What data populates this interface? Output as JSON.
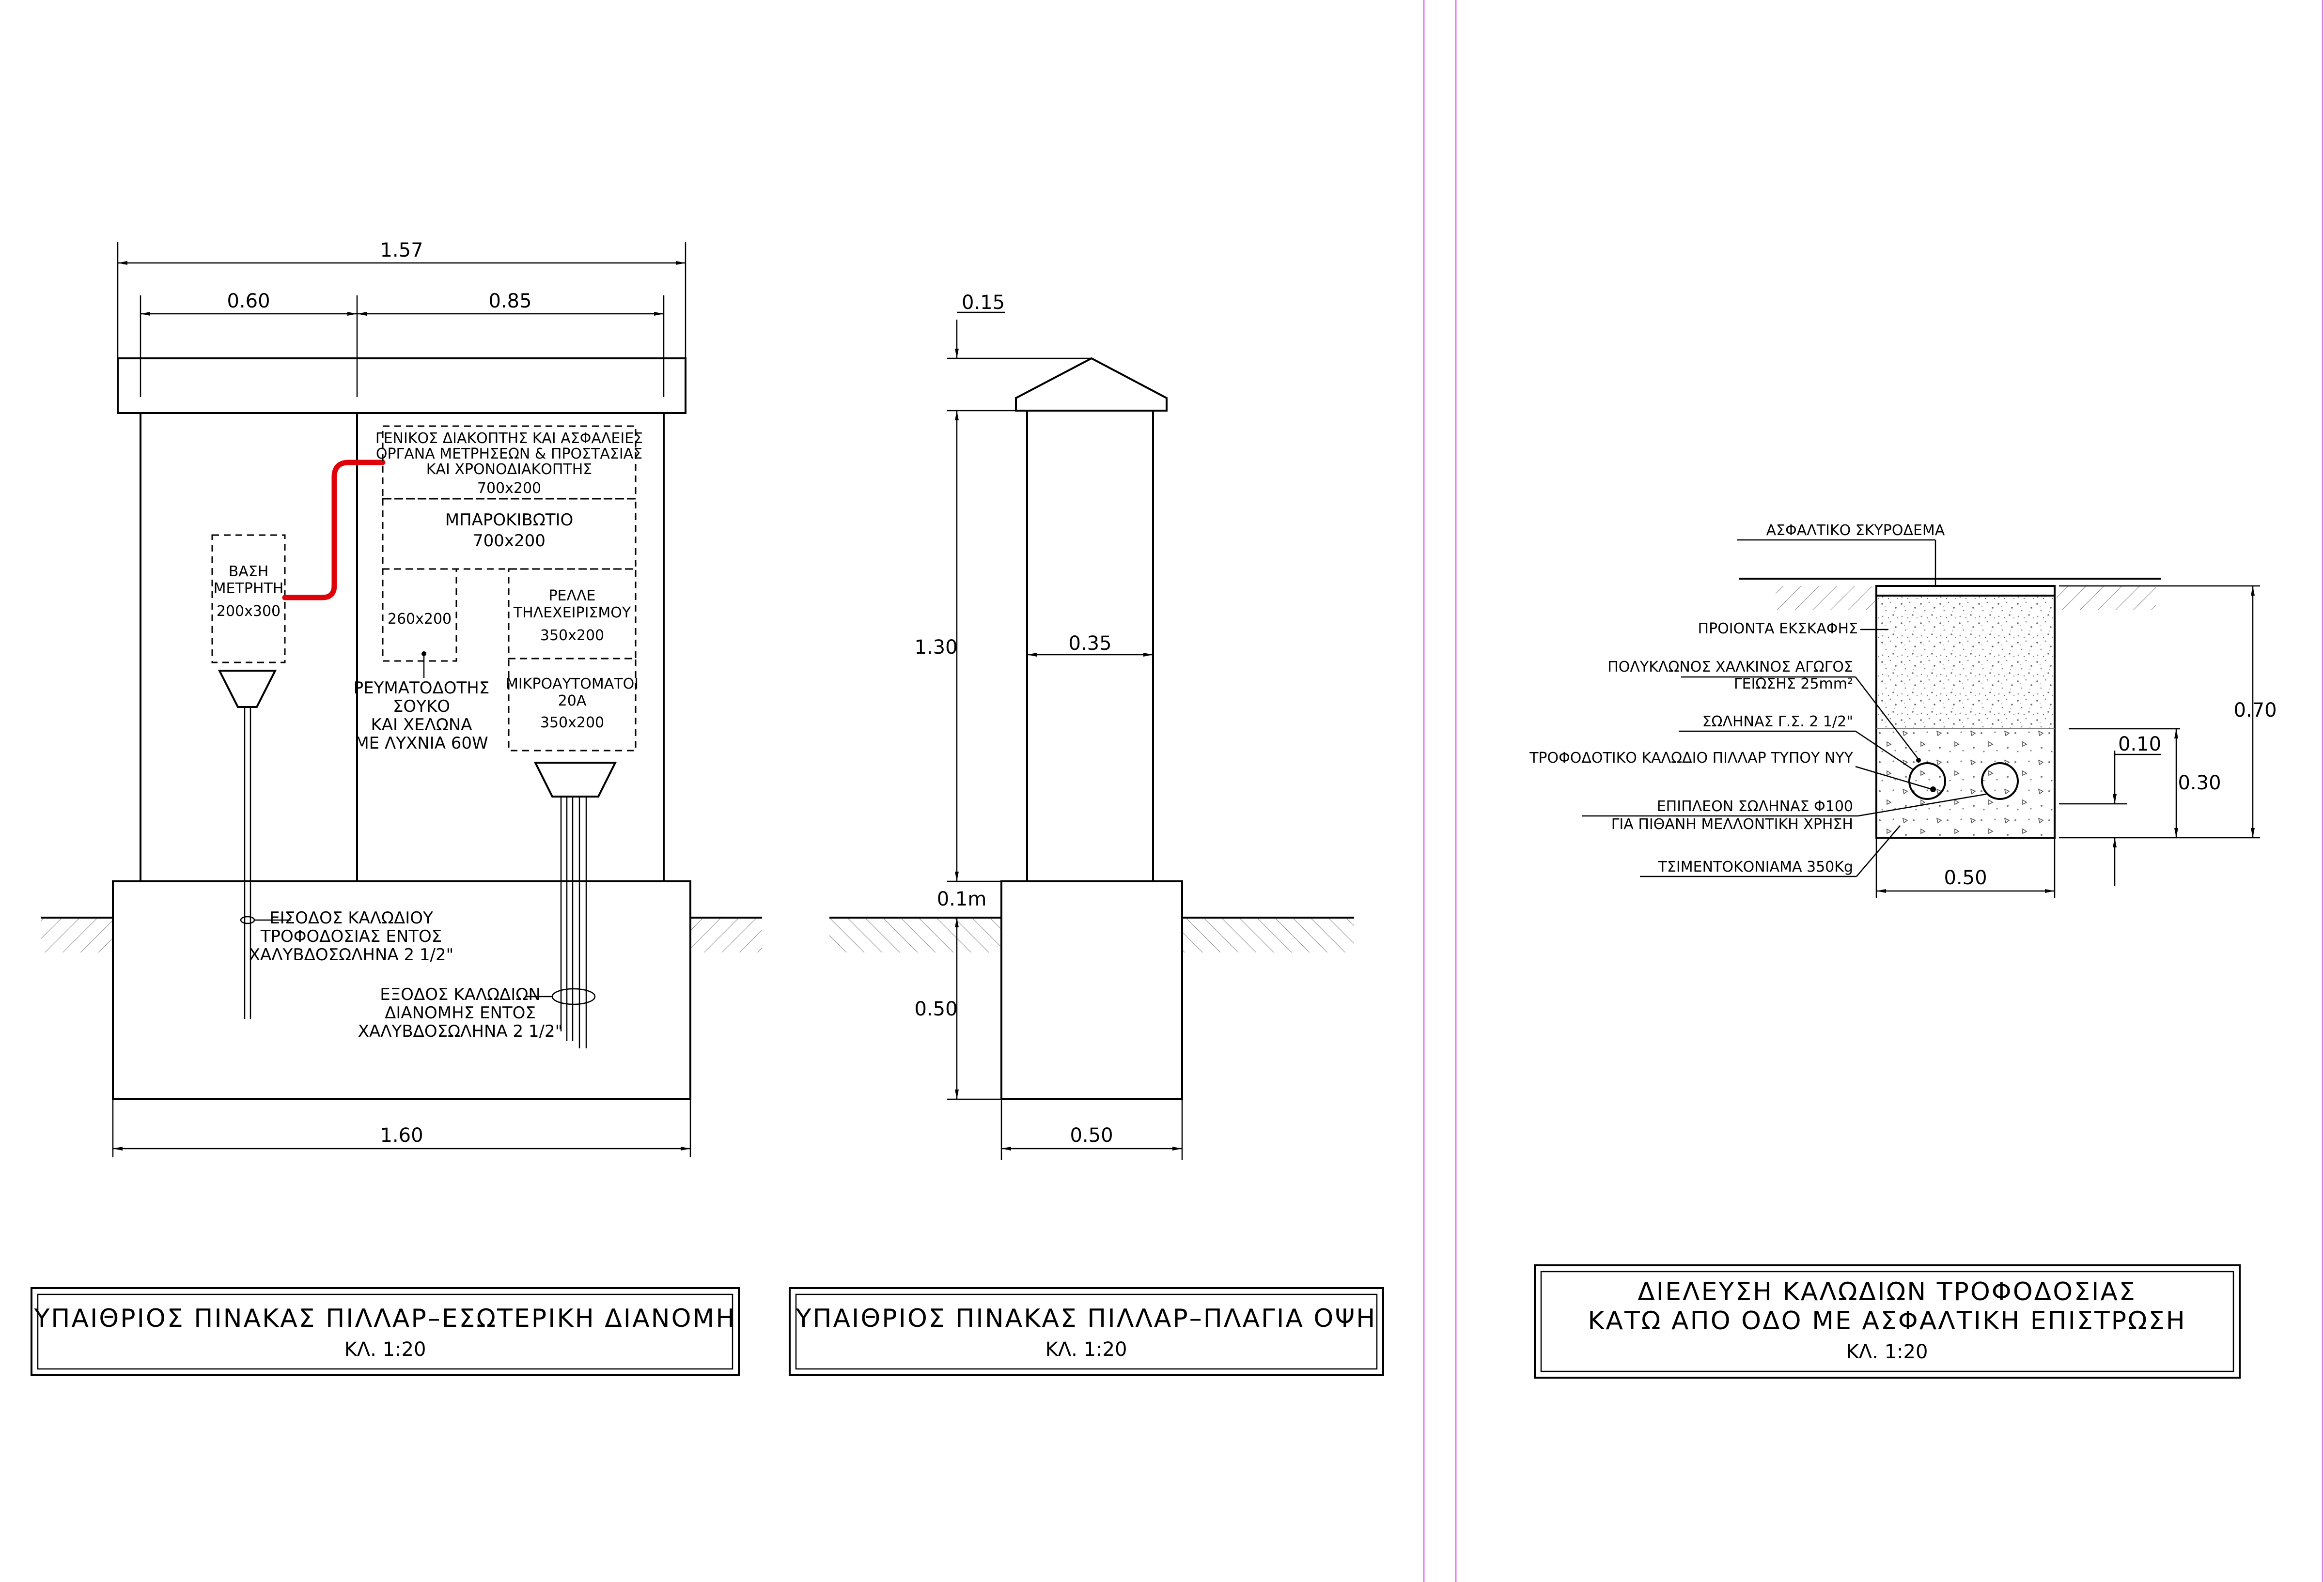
{
  "front_view": {
    "dims": {
      "overall_top": "1.57",
      "left_bay": "0.60",
      "right_bay": "0.85",
      "base_width": "1.60"
    },
    "meter_base": {
      "line1": "ΒΑΣΗ",
      "line2": "ΜΕΤΡΗΤΗ",
      "line3": "200x300"
    },
    "main_switch": {
      "line1": "ΓΕΝΙΚΟΣ ΔΙΑΚΟΠΤΗΣ ΚΑΙ ΑΣΦΑΛΕΙΕΣ",
      "line2": "ΟΡΓΑΝΑ ΜΕΤΡΗΣΕΩΝ & ΠΡΟΣΤΑΣΙΑΣ",
      "line3": "ΚΑΙ ΧΡΟΝΟΔΙΑΚΟΠΤΗΣ",
      "line4": "700x200"
    },
    "busbar_box": {
      "line1": "ΜΠΑΡΟΚΙΒΩΤΙΟ",
      "line2": "700x200"
    },
    "socket_box": {
      "size": "260x200",
      "line1": "ΡΕΥΜΑΤΟΔΟΤΗΣ",
      "line2": "ΣΟΥΚΟ",
      "line3": "ΚΑΙ ΧΕΛΩΝΑ",
      "line4": "ΜΕ ΛΥΧΝΙΑ 60W"
    },
    "relay_box": {
      "line1": "ΡΕΛΛΕ",
      "line2": "ΤΗΛΕΧΕΙΡΙΣΜΟΥ",
      "line3": "350x200"
    },
    "mcb_box": {
      "line1": "ΜΙΚΡΟΑΥΤΟΜΑΤΟΙ",
      "line2": "20A",
      "line3": "350x200"
    },
    "cable_entry": {
      "line1": "ΕΙΣΟΔΟΣ ΚΑΛΩΔΙΟΥ",
      "line2": "ΤΡΟΦΟΔΟΣΙΑΣ ΕΝΤΟΣ",
      "line3": "ΧΑΛΥΒΔΟΣΩΛΗΝΑ 2 1/2\""
    },
    "cable_exit": {
      "line1": "ΕΞΟΔΟΣ ΚΑΛΩΔΙΩΝ",
      "line2": "ΔΙΑΝΟΜΗΣ ΕΝΤΟΣ",
      "line3": "ΧΑΛΥΒΔΟΣΩΛΗΝΑ 2 1/2\""
    },
    "title": {
      "line1": "ΥΠΑΙΘΡΙΟΣ ΠΙΝΑΚΑΣ ΠΙΛΛΑΡ–ΕΣΩΤΕΡΙΚΗ ΔΙΑΝΟΜΗ",
      "scale": "ΚΛ. 1:20"
    }
  },
  "side_view": {
    "dims": {
      "roof": "0.15",
      "height": "1.30",
      "width": "0.35",
      "gap": "0.1m",
      "base_height": "0.50",
      "base_width": "0.50"
    },
    "title": {
      "line1": "ΥΠΑΙΘΡΙΟΣ ΠΙΝΑΚΑΣ ΠΙΛΛΑΡ–ΠΛΑΓΙΑ ΟΨΗ",
      "scale": "ΚΛ. 1:20"
    }
  },
  "trench": {
    "asphalt": "ΑΣΦΑΛΤΙΚΟ ΣΚΥΡΟΔΕΜΑ",
    "excavation": "ΠΡΟΙΟΝΤΑ ΕΚΣΚΑΦΗΣ",
    "earth_conductor": {
      "line1": "ΠΟΛΥΚΛΩΝΟΣ ΧΑΛΚΙΝΟΣ ΑΓΩΓΟΣ",
      "line2": "ΓΕΙΩΣΗΣ 25mm²"
    },
    "steel_pipe": "ΣΩΛΗΝΑΣ Γ.Σ. 2 1/2\"",
    "supply_cable": "ΤΡΟΦΟΔΟΤΙΚΟ ΚΑΛΩΔΙΟ ΠΙΛΛΑΡ ΤΥΠΟΥ ΝΥΥ",
    "extra_pipe": {
      "line1": "ΕΠΙΠΛΕΟΝ ΣΩΛΗΝΑΣ Φ100",
      "line2": "ΓΙΑ ΠΙΘΑΝΗ ΜΕΛΛΟΝΤΙΚΗ ΧΡΗΣΗ"
    },
    "mortar": "ΤΣΙΜΕΝΤΟΚΟΝΙΑΜΑ 350Kg",
    "dims": {
      "depth": "0.70",
      "offset": "0.10",
      "mortar_depth": "0.30",
      "width": "0.50"
    },
    "title": {
      "line1": "ΔΙΕΛΕΥΣΗ ΚΑΛΩΔΙΩΝ ΤΡΟΦΟΔΟΣΙΑΣ",
      "line2": "ΚΑΤΩ ΑΠΟ ΟΔΟ ΜΕ ΑΣΦΑΛΤΙΚΗ ΕΠΙΣΤΡΩΣΗ",
      "scale": "ΚΛ. 1:20"
    }
  }
}
